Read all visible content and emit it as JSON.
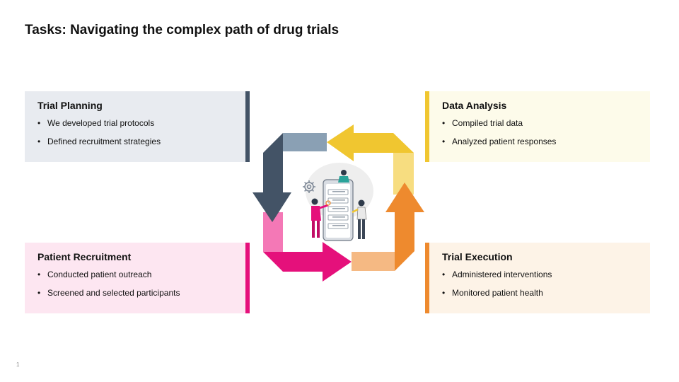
{
  "title": "Tasks: Navigating the complex path of drug trials",
  "page_number": "1",
  "boxes": {
    "planning": {
      "heading": "Trial Planning",
      "bullets": [
        "We developed trial protocols",
        "Defined recruitment strategies"
      ],
      "accent": "#435366",
      "background": "#e8ebf0"
    },
    "analysis": {
      "heading": "Data Analysis",
      "bullets": [
        "Compiled trial data",
        "Analyzed patient responses"
      ],
      "accent": "#f0c630",
      "background": "#fdfbea"
    },
    "recruitment": {
      "heading": "Patient Recruitment",
      "bullets": [
        "Conducted patient outreach",
        "Screened and selected participants"
      ],
      "accent": "#e5107b",
      "background": "#fde6f1"
    },
    "execution": {
      "heading": "Trial Execution",
      "bullets": [
        "Administered interventions",
        "Monitored patient health"
      ],
      "accent": "#ee8a2e",
      "background": "#fdf3e7"
    }
  },
  "illustration": {
    "icons": [
      "gear-icon",
      "clipboard-checklist-icon",
      "person-icon"
    ]
  }
}
